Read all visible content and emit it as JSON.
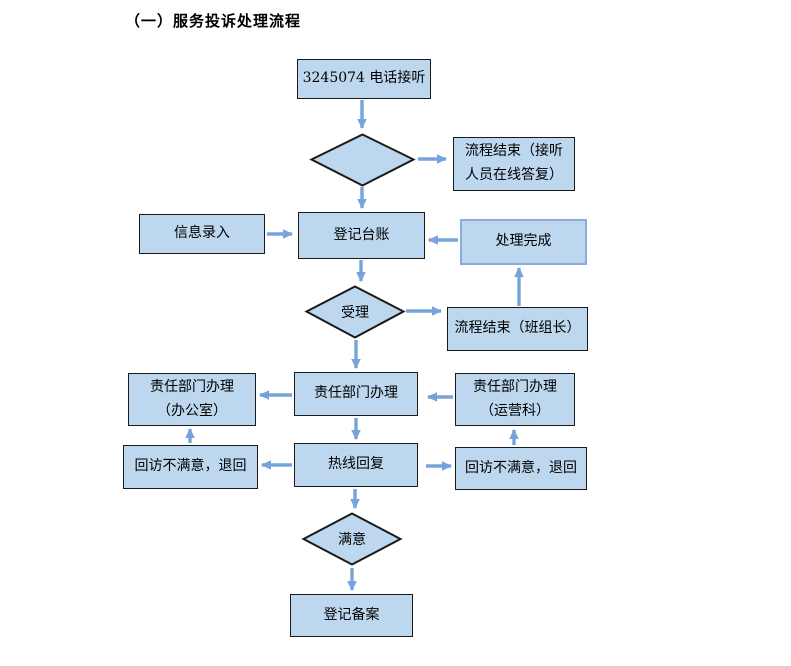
{
  "title": "（一）服务投诉处理流程",
  "colors": {
    "shape_fill": "#BDD7EE",
    "shape_border": "#1a1a1a",
    "alt_border": "#8EAADB",
    "arrow": "#76A4DA"
  },
  "nodes": {
    "phone_intake": {
      "label": "3245074 电话接听"
    },
    "decision_first": {
      "label": ""
    },
    "end_online_reply": {
      "label": "流程结束（接听\n人员在线答复）"
    },
    "info_entry": {
      "label": "信息录入"
    },
    "register_ledger": {
      "label": "登记台账"
    },
    "process_done": {
      "label": "处理完成"
    },
    "decision_accept": {
      "label": "受理"
    },
    "end_team_leader": {
      "label": "流程结束（班组长）"
    },
    "dept_handle_center": {
      "label": "责任部门办理"
    },
    "dept_handle_office": {
      "label": "责任部门办理\n（办公室）"
    },
    "dept_handle_operations": {
      "label": "责任部门办理\n（运营科）"
    },
    "hotline_reply": {
      "label": "热线回复"
    },
    "revisit_unsatisfied_left": {
      "label": "回访不满意，退回"
    },
    "revisit_unsatisfied_right": {
      "label": "回访不满意，退回"
    },
    "decision_satisfied": {
      "label": "满意"
    },
    "register_record": {
      "label": "登记备案"
    }
  },
  "edges": [
    {
      "from": "phone_intake",
      "to": "decision_first"
    },
    {
      "from": "decision_first",
      "to": "end_online_reply"
    },
    {
      "from": "decision_first",
      "to": "register_ledger"
    },
    {
      "from": "info_entry",
      "to": "register_ledger"
    },
    {
      "from": "process_done",
      "to": "register_ledger"
    },
    {
      "from": "end_team_leader",
      "to": "process_done"
    },
    {
      "from": "register_ledger",
      "to": "decision_accept"
    },
    {
      "from": "decision_accept",
      "to": "end_team_leader"
    },
    {
      "from": "decision_accept",
      "to": "dept_handle_center"
    },
    {
      "from": "dept_handle_center",
      "to": "dept_handle_office"
    },
    {
      "from": "dept_handle_operations",
      "to": "dept_handle_center"
    },
    {
      "from": "dept_handle_center",
      "to": "hotline_reply"
    },
    {
      "from": "hotline_reply",
      "to": "revisit_unsatisfied_left"
    },
    {
      "from": "hotline_reply",
      "to": "revisit_unsatisfied_right"
    },
    {
      "from": "revisit_unsatisfied_left",
      "to": "dept_handle_office"
    },
    {
      "from": "revisit_unsatisfied_right",
      "to": "dept_handle_operations"
    },
    {
      "from": "hotline_reply",
      "to": "decision_satisfied"
    },
    {
      "from": "decision_satisfied",
      "to": "register_record"
    }
  ]
}
